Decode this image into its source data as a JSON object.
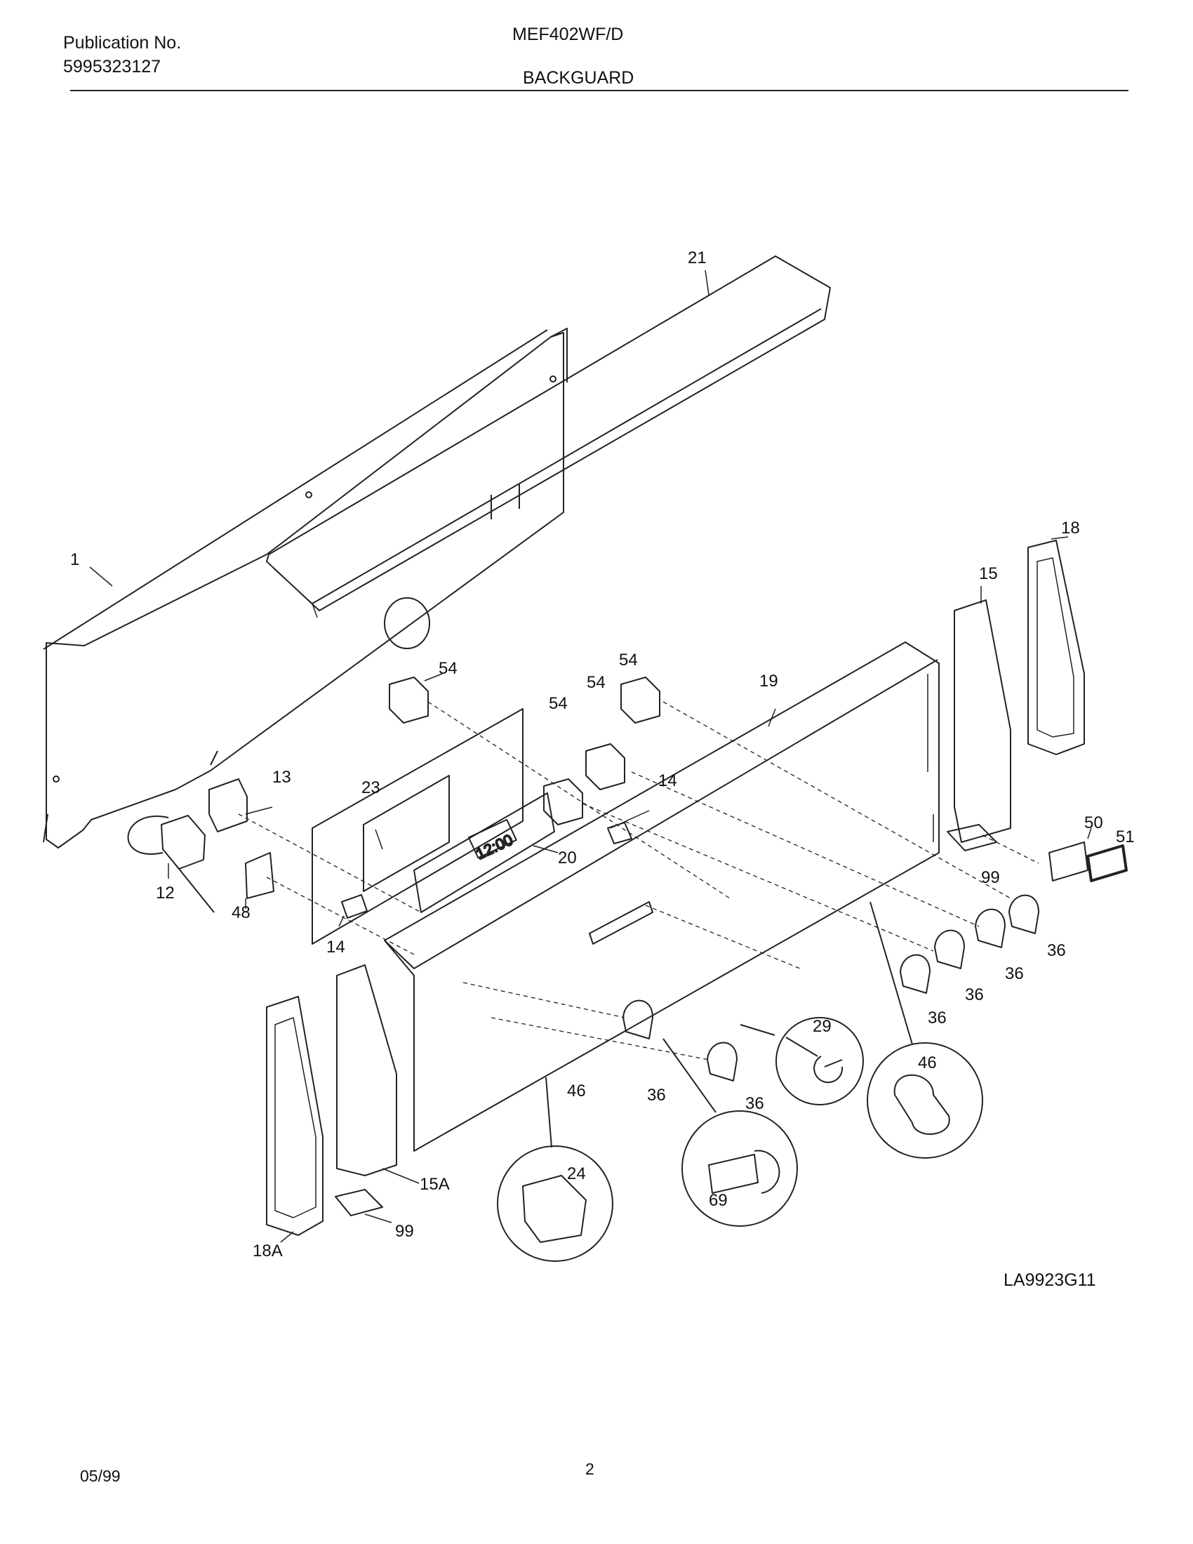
{
  "header": {
    "publication_label": "Publication No.",
    "publication_number": "5995323127",
    "model": "MEF402WF/D",
    "section": "BACKGUARD"
  },
  "diagram": {
    "display_text": "12:00",
    "callouts": {
      "c1": "1",
      "c21": "21",
      "c18": "18",
      "c15": "15",
      "c54a": "54",
      "c54b": "54",
      "c54c": "54",
      "c54d": "54",
      "c19": "19",
      "c14a": "14",
      "c13": "13",
      "c23": "23",
      "c12": "12",
      "c20": "20",
      "c48": "48",
      "c14b": "14",
      "c50": "50",
      "c51": "51",
      "c99a": "99",
      "c36a": "36",
      "c36b": "36",
      "c36c": "36",
      "c36d": "36",
      "c29": "29",
      "c46a": "46",
      "c46b": "46",
      "c36e": "36",
      "c36f": "36",
      "c24": "24",
      "c69": "69",
      "c15a": "15A",
      "c18a": "18A",
      "c99b": "99"
    }
  },
  "footer": {
    "drawing_code": "LA9923G11",
    "date": "05/99",
    "page": "2"
  }
}
